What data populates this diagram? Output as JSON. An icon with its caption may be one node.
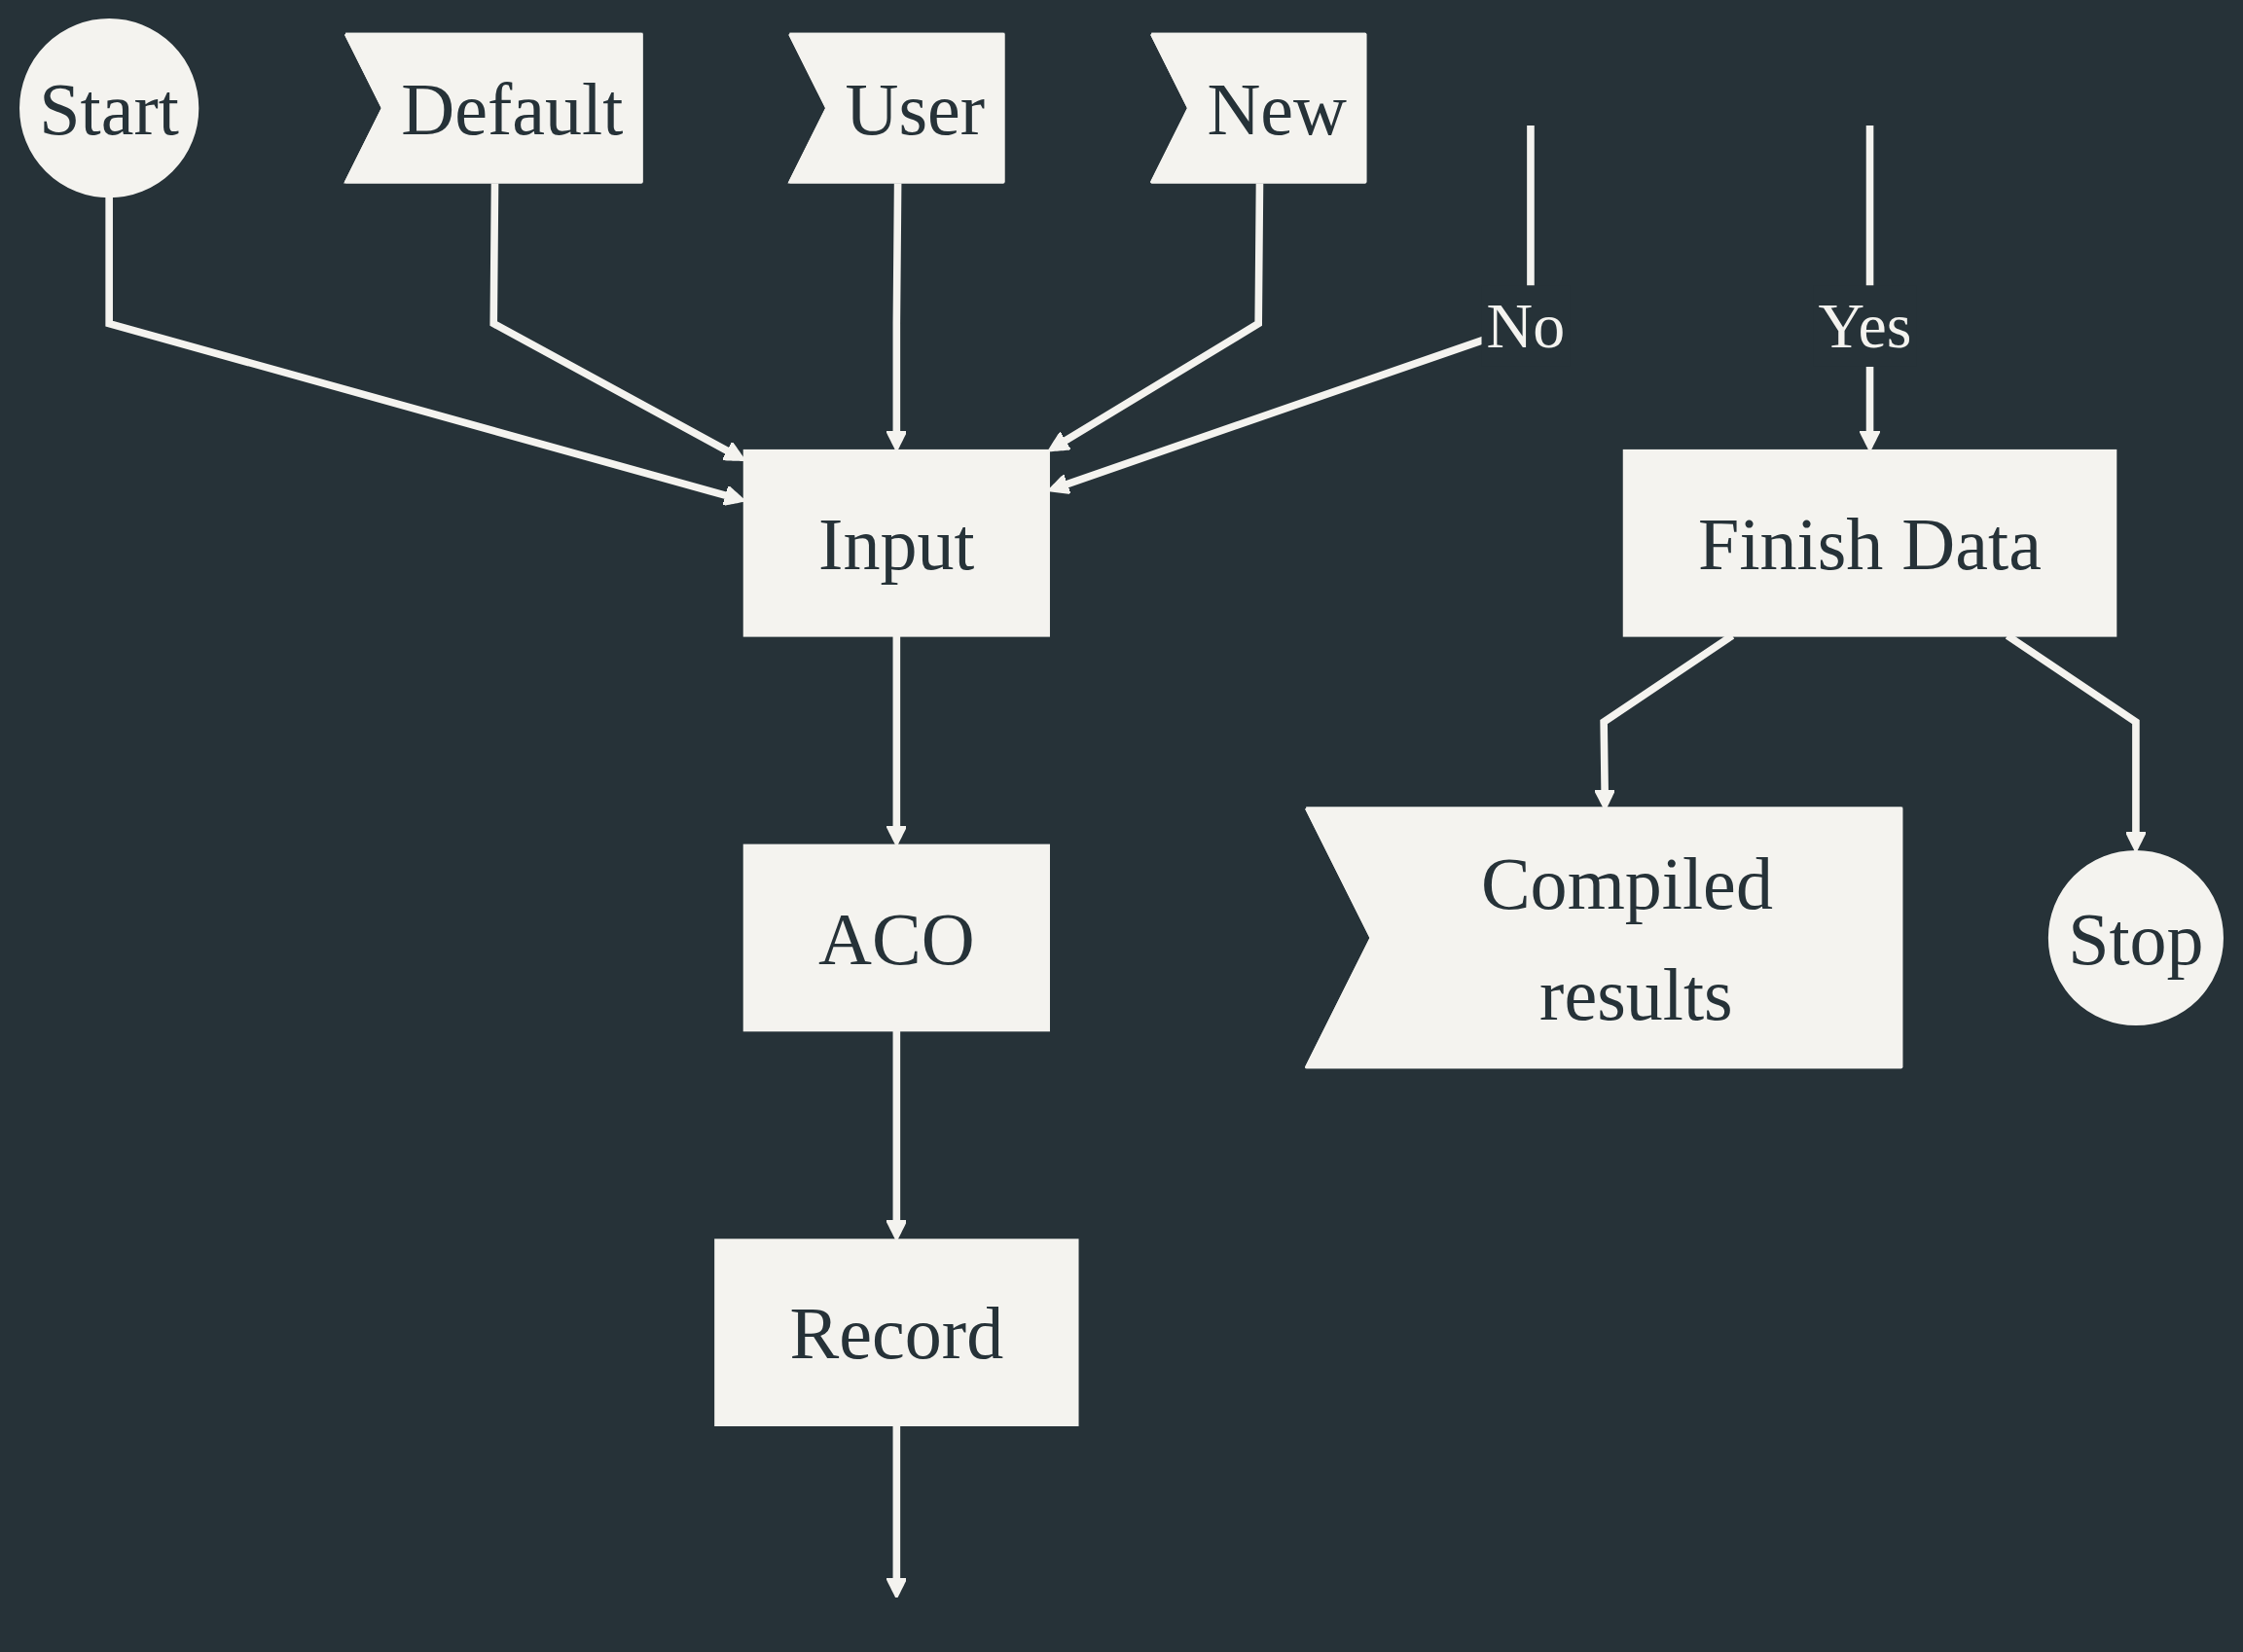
{
  "diagram": {
    "nodes": [
      {
        "text": [
          "Start"
        ]
      },
      {
        "text": [
          "Default"
        ]
      },
      {
        "text": [
          "User"
        ]
      },
      {
        "text": [
          "New"
        ]
      },
      {
        "text": [
          "Input"
        ]
      },
      {
        "text": [
          "ACO"
        ]
      },
      {
        "text": [
          "Record"
        ]
      },
      {
        "text": [
          "Compiled results"
        ]
      },
      {
        "text": [
          "Finish Data"
        ]
      },
      {
        "text": [
          "Stop"
        ]
      }
    ],
    "edges": [
      {
        "from": 0,
        "to": 4,
        "arrow": "to"
      },
      {
        "from": 1,
        "to": 4,
        "arrow": "to"
      },
      {
        "from": 2,
        "to": 4,
        "arrow": "to"
      },
      {
        "from": 3,
        "to": 4,
        "arrow": "to"
      },
      {
        "from": 4,
        "to": 5,
        "arrow": "to"
      },
      {
        "from": 5,
        "to": 6,
        "arrow": "to"
      },
      {
        "from": 6,
        "to": null,
        "arrow": "to"
      },
      {
        "from": null,
        "to": 4,
        "arrow": "to",
        "label": "No"
      },
      {
        "from": null,
        "to": 8,
        "arrow": "to",
        "label": "Yes"
      },
      {
        "from": 8,
        "to": 7,
        "arrow": "to"
      },
      {
        "from": 8,
        "to": 9,
        "arrow": "to"
      }
    ]
  }
}
